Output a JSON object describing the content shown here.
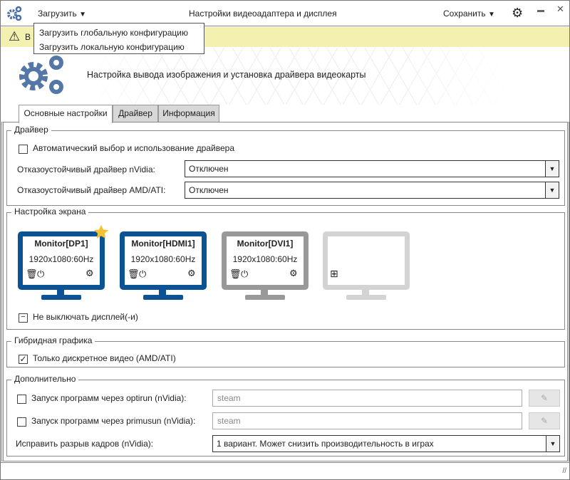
{
  "titlebar": {
    "app_icon": "gears-icon",
    "load_label": "Загрузить",
    "title": "Настройки видеоадаптера и дисплея",
    "save_label": "Сохранить",
    "settings_icon": "gear-icon",
    "minimize": "—",
    "close": "✕"
  },
  "load_menu": {
    "items": [
      "Загрузить глобальную конфигурацию",
      "Загрузить локальную конфигурацию"
    ]
  },
  "banner": {
    "icon": "warning-icon",
    "text": "В"
  },
  "header": {
    "text": "Настройка вывода изображения и установка драйвера видеокарты"
  },
  "tabs": [
    {
      "label": "Основные настройки",
      "active": true
    },
    {
      "label": "Драйвер"
    },
    {
      "label": "Информация"
    }
  ],
  "driver": {
    "title": "Драйвер",
    "auto_label": "Автоматический выбор и использование драйвера",
    "auto_checked": false,
    "nvidia_label": "Отказоустойчивый драйвер nVidia:",
    "nvidia_value": "Отключен",
    "amd_label": "Отказоустойчивый драйвер AMD/ATI:",
    "amd_value": "Отключен"
  },
  "screen": {
    "title": "Настройка экрана",
    "monitors": [
      {
        "name": "Monitor[DP1]",
        "res": "1920x1080:60Hz",
        "primary": true,
        "color": "#0b5394"
      },
      {
        "name": "Monitor[HDMI1]",
        "res": "1920x1080:60Hz",
        "color": "#0b5394"
      },
      {
        "name": "Monitor[DVI1]",
        "res": "1920x1080:60Hz",
        "color": "#999999"
      }
    ],
    "add_color": "#d3d3d3",
    "keep_on_label": "Не выключать дисплей(-и)"
  },
  "hybrid": {
    "title": "Гибридная графика",
    "discrete_label": "Только дискретное видео (AMD/ATI)",
    "discrete_checked": true
  },
  "extra": {
    "title": "Дополнительно",
    "optirun_label": "Запуск программ через optirun (nVidia):",
    "optirun_placeholder": "steam",
    "primusun_label": "Запуск программ через primusun (nVidia):",
    "primusun_placeholder": "steam",
    "tearing_label": "Исправить разрыв кадров (nVidia):",
    "tearing_value": "1 вариант. Может снизить производительность в играх"
  },
  "footer": {
    "grip": "//"
  }
}
